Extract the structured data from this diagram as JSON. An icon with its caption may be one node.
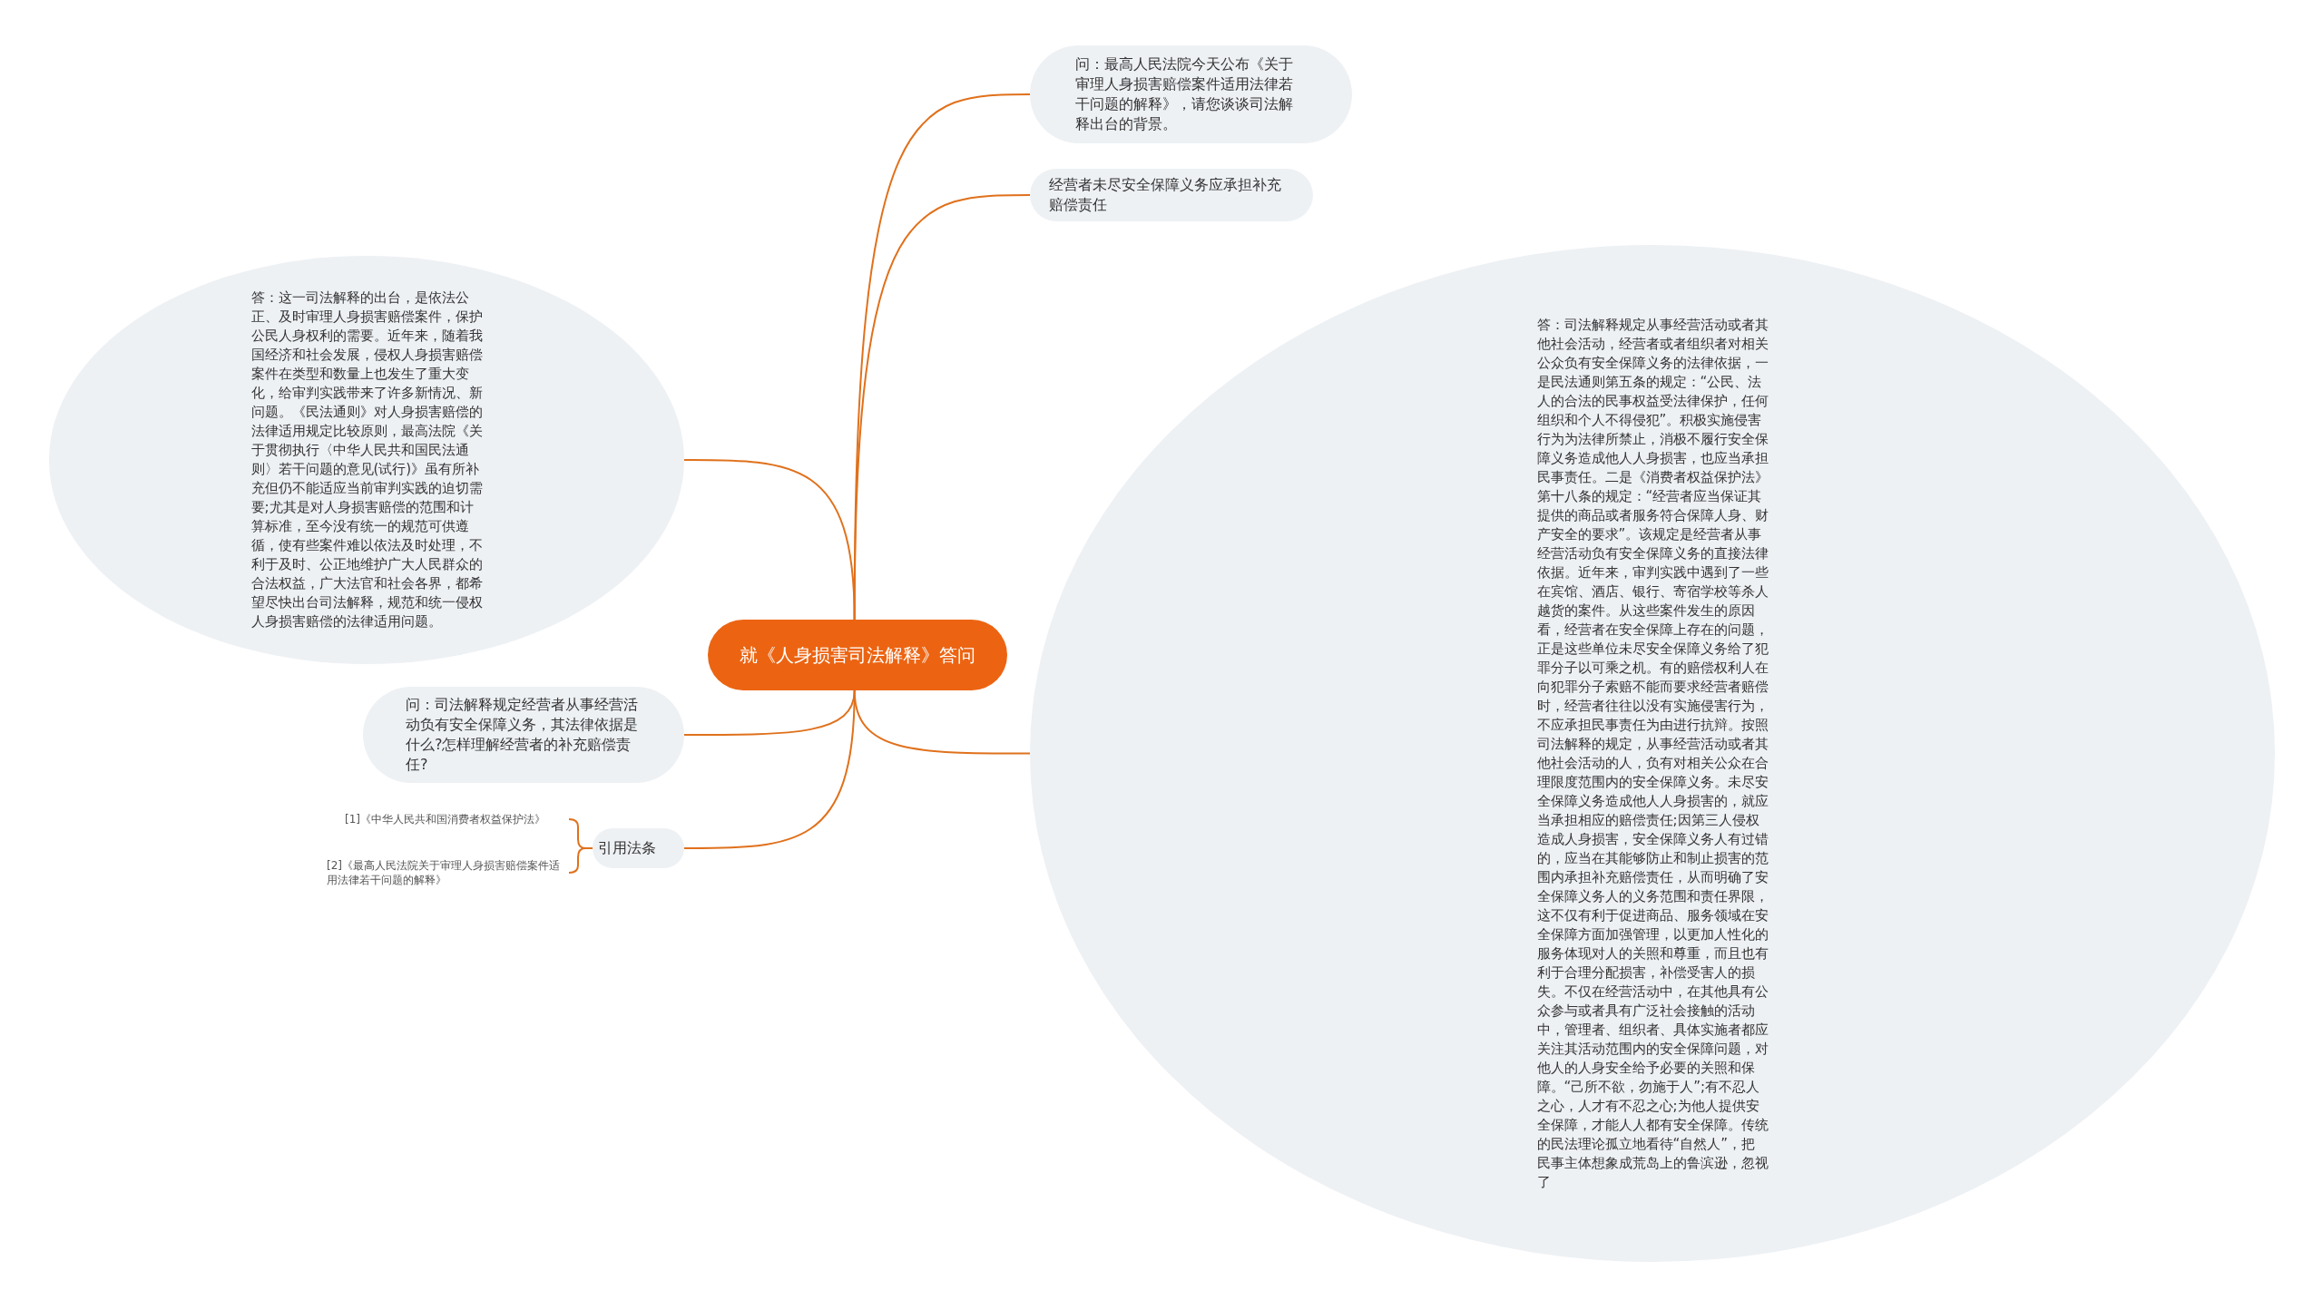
{
  "diagram": {
    "nodes": [
      {
        "text": [
          "就《人身损害司法解释》答问"
        ]
      },
      {
        "text": [
          "问：最高人民法院今天公布《关于审理人身损害赔偿案件适用法律若干问题的解释》，请您谈谈司法解释出台的背景。"
        ]
      },
      {
        "text": [
          "经营者未尽安全保障义务应承担补充赔偿责任"
        ]
      },
      {
        "text": [
          "答：这一司法解释的出台，是依法公正、及时审理人身损害赔偿案件，保护公民人身权利的需要。近年来，随着我国经济和社会发展，侵权人身损害赔偿案件在类型和数量上也发生了重大变化，给审判实践带来了许多新情况、新问题。《民法通则》对人身损害赔偿的法律适用规定比较原则，最高法院《关于贯彻执行〈中华人民共和国民法通则〉若干问题的意见(试行)》虽有所补充但仍不能适应当前审判实践的迫切需要;尤其是对人身损害赔偿的范围和计算标准，至今没有统一的规范可供遵循，使有些案件难以依法及时处理，不利于及时、公正地维护广大人民群众的合法权益，广大法官和社会各界，都希望尽快出台司法解释，规范和统一侵权人身损害赔偿的法律适用问题。"
        ]
      },
      {
        "text": [
          "答：司法解释规定从事经营活动或者其他社会活动，经营者或者组织者对相关公众负有安全保障义务的法律依据，一是民法通则第五条的规定：“公民、法人的合法的民事权益受法律保护，任何组织和个人不得侵犯”。积极实施侵害行为为法律所禁止，消极不履行安全保障义务造成他人人身损害，也应当承担民事责任。二是《消费者权益保护法》第十八条的规定：“经营者应当保证其提供的商品或者服务符合保障人身、财产安全的要求”。该规定是经营者从事经营活动负有安全保障义务的直接法律依据。近年来，审判实践中遇到了一些在宾馆、酒店、银行、寄宿学校等杀人越货的案件。从这些案件发生的原因看，经营者在安全保障上存在的问题，正是这些单位未尽安全保障义务给了犯罪分子以可乘之机。有的赔偿权利人在向犯罪分子索赔不能而要求经营者赔偿时，经营者往往以没有实施侵害行为，不应承担民事责任为由进行抗辩。按照司法解释的规定，从事经营活动或者其他社会活动的人，负有对相关公众在合理限度范围内的安全保障义务。未尽安全保障义务造成他人人身损害的，就应当承担相应的赔偿责任;因第三人侵权造成人身损害，安全保障义务人有过错的，应当在其能够防止和制止损害的范围内承担补充赔偿责任，从而明确了安全保障义务人的义务范围和责任界限，这不仅有利于促进商品、服务领域在安全保障方面加强管理，以更加人性化的服务体现对人的关照和尊重，而且也有利于合理分配损害，补偿受害人的损失。不仅在经营活动中，在其他具有公众参与或者具有广泛社会接触的活动中，管理者、组织者、具体实施者都应关注其活动范围内的安全保障问题，对他人的人身安全给予必要的关照和保障。“己所不欲，勿施于人”;有不忍人之心，人才有不忍之心;为他人提供安全保障，才能人人都有安全保障。传统的民法理论孤立地看待“自然人”，把民事主体想象成荒岛上的鲁滨逊，忽视了"
        ]
      },
      {
        "text": [
          "问：司法解释规定经营者从事经营活动负有安全保障义务，其法律依据是什么?怎样理解经营者的补充赔偿责任?"
        ]
      },
      {
        "text": [
          "引用法条"
        ]
      },
      {
        "text": [
          "[1]《中华人民共和国消费者权益保护法》"
        ]
      },
      {
        "text": [
          "[2]《最高人民法院关于审理人身损害赔偿案件适用法律若干问题的解释》"
        ]
      }
    ],
    "edges": [
      {
        "from": 0,
        "to": 1,
        "arrow": "none"
      },
      {
        "from": 0,
        "to": 2,
        "arrow": "none"
      },
      {
        "from": 0,
        "to": 3,
        "arrow": "none"
      },
      {
        "from": 0,
        "to": 4,
        "arrow": "none"
      },
      {
        "from": 0,
        "to": 5,
        "arrow": "none"
      },
      {
        "from": 0,
        "to": 6,
        "arrow": "none"
      },
      {
        "from": 6,
        "to": 7,
        "arrow": "none"
      },
      {
        "from": 6,
        "to": 8,
        "arrow": "none"
      }
    ]
  }
}
